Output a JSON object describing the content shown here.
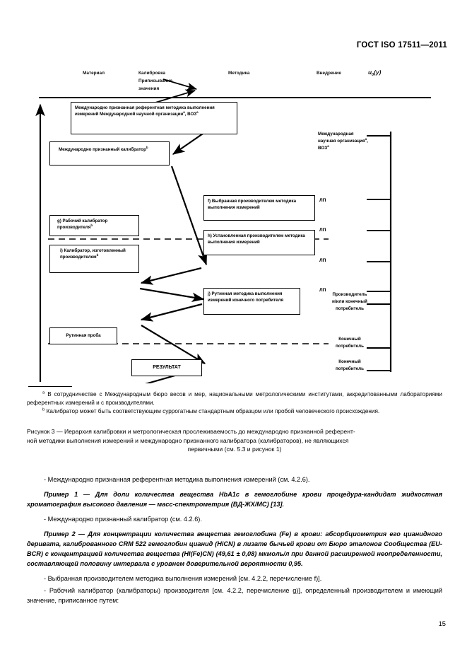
{
  "header": {
    "standard_title": "ГОСТ ISO 17511—2011"
  },
  "figure": {
    "column_headings": [
      {
        "label": "Материал"
      },
      {
        "label": "Калибровка"
      },
      {
        "label": "Приписывание"
      },
      {
        "label": "значения"
      },
      {
        "label": "Методика"
      },
      {
        "label": "Внедрение"
      },
      {
        "label": "u"
      },
      {
        "label": "(y)"
      },
      {
        "label": "0"
      }
    ],
    "heading_material": "Материал",
    "heading_calibration_line1": "Калибровка",
    "heading_calibration_line2": "Приписывание",
    "heading_calibration_line3": "значения",
    "heading_method": "Методика",
    "heading_implementation": "Внедрение",
    "heading_uncertainty_base": "u",
    "heading_uncertainty_sub": "0",
    "heading_uncertainty_arg": "(y)",
    "boxes": {
      "intl_ref_method": "Международно признанная референтная методика выполнения измерений Международной научной организации",
      "intl_ref_method_sup1": "a",
      "intl_ref_method_tail": ", ВОЗ",
      "intl_ref_method_sup2": "a",
      "intl_calibrator": "Международно признанный калибратор",
      "intl_calibrator_sup": "b",
      "method_f": "f) Выбранная производителем методика выполнения измерений",
      "method_h": "h) Установленная производителем методика выполнения измерений",
      "calibrator_g": "g) Рабочий калибратор производителя",
      "calibrator_g_sup": "b",
      "calibrator_i": "i) Калибратор, изготовленный производителем",
      "calibrator_i_sup": "b",
      "method_j": "j) Рутинная методика выполнения измерений конечного потребителя",
      "routine_sample": "Рутинная проба",
      "result": "РЕЗУЛЬТАТ"
    },
    "side_labels": {
      "intl_org_line1": "Международная",
      "intl_org_line2": "научная организация",
      "intl_org_sup1": "a",
      "intl_org_line3": "ВОЗ",
      "intl_org_sup2": "a",
      "lp": "ЛП",
      "lp_count": 4,
      "manufacturer_or_enduser_line1": "Производитель",
      "manufacturer_or_enduser_line2": "и/или конечный",
      "manufacturer_or_enduser_line3": "потребитель",
      "enduser_line1": "Конечный",
      "enduser_line2": "потребитель",
      "enduser2_line1": "Конечный",
      "enduser2_line2": "потребитель"
    }
  },
  "footnotes": [
    {
      "marker": "a",
      "text": "В сотрудничестве с Международным бюро весов и мер, национальными метрологическими институтами, аккредитованными лабораториями референтных измерений и с производителями."
    },
    {
      "marker": "b",
      "text": "Калибратор может быть соответствующим суррогатным стандартным образцом или пробой человеческого происхождения."
    }
  ],
  "caption": {
    "line1": "Рисунок  3 — Иерархия калибровки и метрологическая прослеживаемость до международно признанной референт-",
    "line2": "ной методики выполнения измерений и международно признанного калибратора (калибраторов), не являющихся",
    "line3": "первичными (см. 5.3 и рисунок 1)"
  },
  "body": {
    "bullet1": "- Международно признанная референтная методика выполнения измерений (см. 4.2.6).",
    "example1": "Пример  1 — Для доли количества вещества HbA1c в гемоглобине крови процедура-кандидат жидкостная хроматография высокого давления — масс-спектрометрия (ВД-ЖХ/МС) [13].",
    "bullet2": "- Международно признанный калибратор (см. 4.2.6).",
    "example2": "Пример  2 — Для концентрации количества вещества гемоглобина (Fe) в крови: абсорбциометрия его цианидного деривата, калиброванного CRM 522 гемоглобин цианид (HiCN) в лизате бычьей крови от Бюро эталонов Сообщества (EU-BCR) с концентрацией количества вещества (HI(Fe)CN) (49,61 ± 0,08) мкмоль/л при данной расширенной неопределенности, составляющей половину интервала с уровнем доверительной вероятности 0,95.",
    "bullet3": "- Выбранная производителем методика выполнения измерений [см. 4.2.2, перечисление f)].",
    "bullet4": "- Рабочий калибратор (калибраторы) производителя [см. 4.2.2, перечисление g)], определенный производителем и имеющий значение, приписанное путем:"
  },
  "page_number": "15"
}
